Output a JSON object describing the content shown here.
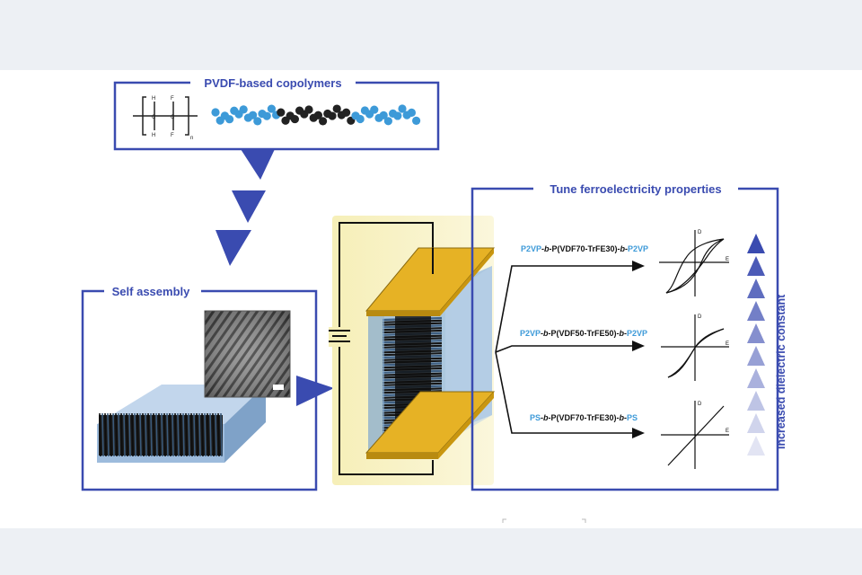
{
  "panels": {
    "copolymers_title": "PVDF-based copolymers",
    "self_assembly_title": "Self assembly",
    "tune_title": "Tune ferroelectricity properties"
  },
  "formula": {
    "h": "H",
    "f": "F",
    "c": "C",
    "n": "n"
  },
  "copolymer_rows": [
    {
      "pre": "P2VP",
      "b1": "-b-",
      "mid": "P(VDF70-TrFE30)",
      "b2": "-b-",
      "post": "P2VP"
    },
    {
      "pre": "P2VP",
      "b1": "-b-",
      "mid": "P(VDF50-TrFE50)",
      "b2": "-b-",
      "post": "P2VP"
    },
    {
      "pre": "PS",
      "b1": "-b-",
      "mid": "P(VDF70-TrFE30)",
      "b2": "-b-",
      "post": "PS"
    }
  ],
  "axes": {
    "y_label": "D",
    "x_label": "E"
  },
  "side_label": "Increased dielectric constant",
  "colors": {
    "frame": "#3a4bb0",
    "block_blue": "#3d9ad8",
    "copolymer_black": "#222222",
    "electrode": "#e6b225",
    "glow": "#f3ecb0",
    "film": "#a9c6e4",
    "title_blue": "#3a4bb0",
    "end_block_blue": "#3d9ad8"
  }
}
